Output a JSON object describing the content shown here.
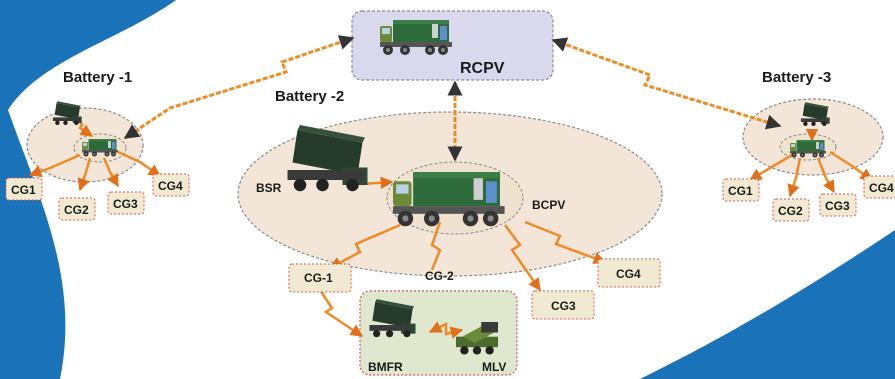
{
  "labels": {
    "rcpv": "RCPV",
    "battery1": "Battery -1",
    "battery2": "Battery -2",
    "battery3": "Battery -3",
    "bsr": "BSR",
    "bcpv": "BCPV",
    "bmfr": "BMFR",
    "mlv": "MLV",
    "b1_cg1": "CG1",
    "b1_cg2": "CG2",
    "b1_cg3": "CG3",
    "b1_cg4": "CG4",
    "b3_cg1": "CG1",
    "b3_cg2": "CG2",
    "b3_cg3": "CG3",
    "b3_cg4": "CG4",
    "b2_cg1": "CG-1",
    "b2_cg2": "CG-2",
    "b2_cg3": "CG3",
    "b2_cg4": "CG4"
  },
  "colors": {
    "background_blue": "#1a73b8",
    "ellipse_fill": "#f3e6d8",
    "ellipse_stroke": "#8a8a8a",
    "rcpv_box_fill": "#d9d8ec",
    "cg_box_fill": "#f1ead2",
    "cg_box_stroke": "#d9534f",
    "link_color": "#f08a24",
    "truck_green": "#2e6b3a",
    "truck_dark": "#263b2c"
  },
  "icons": {
    "rcpv": "command-truck-icon",
    "bcpv": "command-truck-icon",
    "bsr": "radar-truck-icon",
    "bmfr": "radar-truck-icon",
    "mlv": "launcher-vehicle-icon"
  }
}
